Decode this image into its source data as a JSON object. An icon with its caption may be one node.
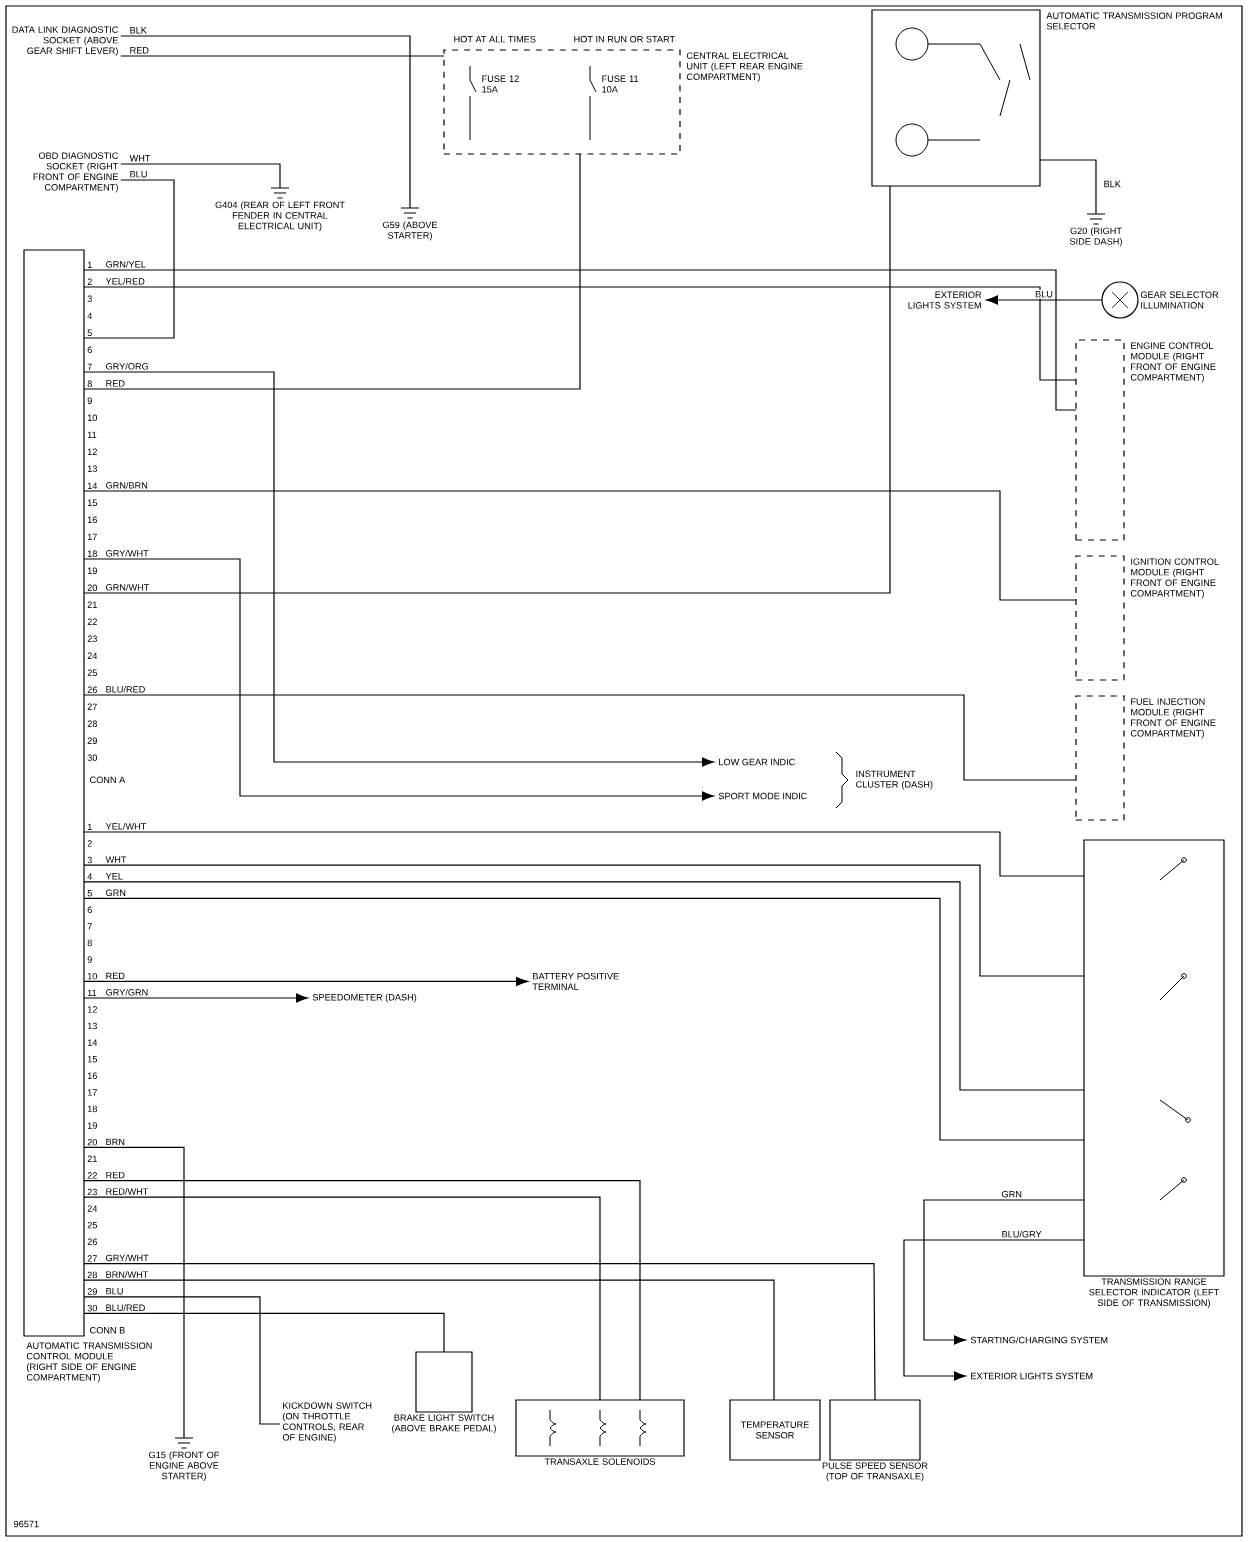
{
  "diagram": {
    "nodes": [
      {
        "text": [
          "AUTOMATIC TRANSMISSION CONTROL MODULE (RIGHT SIDE OF ENGINE COMPARTMENT)"
        ]
      },
      {
        "text": [
          "DATA LINK DIAGNOSTIC SOCKET (ABOVE GEAR SHIFT LEVER)"
        ]
      },
      {
        "text": [
          "OBD DIAGNOSTIC SOCKET (RIGHT FRONT OF ENGINE COMPARTMENT)"
        ]
      },
      {
        "text": [
          "CENTRAL ELECTRICAL UNIT (LEFT REAR ENGINE COMPARTMENT)"
        ]
      },
      {
        "text": [
          "AUTOMATIC TRANSMISSION PROGRAM SELECTOR"
        ]
      },
      {
        "text": [
          "ENGINE CONTROL MODULE (RIGHT FRONT OF ENGINE COMPARTMENT)"
        ]
      },
      {
        "text": [
          "IGNITION CONTROL MODULE (RIGHT FRONT OF ENGINE COMPARTMENT)"
        ]
      },
      {
        "text": [
          "FUEL INJECTION MODULE (RIGHT FRONT OF ENGINE COMPARTMENT)"
        ]
      },
      {
        "text": [
          "GEAR SELECTOR ILLUMINATION"
        ]
      },
      {
        "text": [
          "EXTERIOR LIGHTS SYSTEM"
        ]
      },
      {
        "text": [
          "LOW GEAR INDIC"
        ]
      },
      {
        "text": [
          "SPORT MODE INDIC"
        ]
      },
      {
        "text": [
          "SPEEDOMETER (DASH)"
        ]
      },
      {
        "text": [
          "BATTERY POSITIVE TERMINAL"
        ]
      },
      {
        "text": [
          "TRANSMISSION RANGE SELECTOR INDICATOR (LEFT SIDE OF TRANSMISSION)"
        ]
      },
      {
        "text": [
          "TRANSAXLE SOLENOIDS"
        ]
      },
      {
        "text": [
          "TEMPERATURE SENSOR"
        ]
      },
      {
        "text": [
          "PULSE SPEED SENSOR (TOP OF TRANSAXLE)"
        ]
      },
      {
        "text": [
          "KICKDOWN SWITCH (ON THROTTLE CONTROLS, REAR OF ENGINE)"
        ]
      },
      {
        "text": [
          "BRAKE LIGHT SWITCH (ABOVE BRAKE PEDAL)"
        ]
      },
      {
        "text": [
          "G15 (FRONT OF ENGINE ABOVE STARTER)"
        ]
      },
      {
        "text": [
          "STARTING/CHARGING SYSTEM"
        ]
      },
      {
        "text": [
          "EXTERIOR LIGHTS SYSTEM"
        ]
      },
      {
        "text": [
          "G20 (RIGHT SIDE DASH)"
        ]
      },
      {
        "text": [
          "G404 (REAR OF LEFT FRONT FENDER IN CENTRAL ELECTRICAL UNIT)"
        ]
      },
      {
        "text": [
          "G59 (ABOVE STARTER)"
        ]
      }
    ],
    "edges": [
      {
        "from": 1,
        "to": 25,
        "arrow": "none",
        "label": "BLK"
      },
      {
        "from": 1,
        "to": 3,
        "arrow": "none",
        "label": "RED"
      },
      {
        "from": 2,
        "to": 0,
        "arrow": "none",
        "label": "BLU"
      },
      {
        "from": 2,
        "to": 24,
        "arrow": "none",
        "label": "WHT"
      },
      {
        "from": 3,
        "to": 0,
        "arrow": "none",
        "label": "RED"
      },
      {
        "from": 4,
        "to": 0,
        "arrow": "none",
        "label": "GRN/WHT"
      },
      {
        "from": 4,
        "to": 23,
        "arrow": "none",
        "label": "BLK"
      },
      {
        "from": 0,
        "to": 5,
        "arrow": "none",
        "label": "YEL/RED"
      },
      {
        "from": 0,
        "to": 5,
        "arrow": "none",
        "label": "GRN/YEL"
      },
      {
        "from": 0,
        "to": 6,
        "arrow": "none",
        "label": "GRN/BRN"
      },
      {
        "from": 0,
        "to": 7,
        "arrow": "none",
        "label": "BLU/RED"
      },
      {
        "from": 0,
        "to": 10,
        "arrow": "to",
        "label": "GRY/ORG"
      },
      {
        "from": 0,
        "to": 11,
        "arrow": "to",
        "label": "GRY/WHT"
      },
      {
        "from": 0,
        "to": 14,
        "arrow": "none",
        "label": "YEL/WHT"
      },
      {
        "from": 0,
        "to": 14,
        "arrow": "none",
        "label": "WHT"
      },
      {
        "from": 0,
        "to": 14,
        "arrow": "none",
        "label": "YEL"
      },
      {
        "from": 0,
        "to": 14,
        "arrow": "none",
        "label": "GRN"
      },
      {
        "from": 0,
        "to": 13,
        "arrow": "to",
        "label": "RED"
      },
      {
        "from": 0,
        "to": 12,
        "arrow": "to",
        "label": "GRY/GRN"
      },
      {
        "from": 0,
        "to": 15,
        "arrow": "none",
        "label": "RED"
      },
      {
        "from": 0,
        "to": 15,
        "arrow": "none",
        "label": "RED/WHT"
      },
      {
        "from": 0,
        "to": 17,
        "arrow": "none",
        "label": "GRY/WHT"
      },
      {
        "from": 0,
        "to": 16,
        "arrow": "none",
        "label": "BRN/WHT"
      },
      {
        "from": 0,
        "to": 18,
        "arrow": "none",
        "label": "BLU"
      },
      {
        "from": 0,
        "to": 19,
        "arrow": "none",
        "label": "BLU/RED"
      },
      {
        "from": 0,
        "to": 20,
        "arrow": "none",
        "label": "BRN"
      },
      {
        "from": 14,
        "to": 21,
        "arrow": "to",
        "label": "GRN"
      },
      {
        "from": 14,
        "to": 22,
        "arrow": "to",
        "label": "BLU/GRY"
      },
      {
        "from": 8,
        "to": 9,
        "arrow": "to",
        "label": "BLU"
      }
    ],
    "labels": [
      "1",
      "2",
      "3",
      "4",
      "5",
      "6",
      "7",
      "8",
      "9",
      "10",
      "11",
      "12",
      "13",
      "14",
      "15",
      "16",
      "17",
      "18",
      "19",
      "20",
      "21",
      "22",
      "23",
      "24",
      "25",
      "26",
      "27",
      "28",
      "29",
      "30",
      "1",
      "2",
      "3",
      "4",
      "5",
      "6",
      "7",
      "8",
      "9",
      "10",
      "11",
      "12",
      "13",
      "14",
      "15",
      "16",
      "17",
      "18",
      "19",
      "20",
      "21",
      "22",
      "23",
      "24",
      "25",
      "26",
      "27",
      "28",
      "29",
      "30",
      "CONN A",
      "CONN B",
      "HOT AT ALL TIMES",
      "HOT IN RUN OR START",
      "FUSE 12 15A",
      "FUSE 11 10A",
      "INSTRUMENT CLUSTER (DASH)",
      "96571"
    ]
  }
}
